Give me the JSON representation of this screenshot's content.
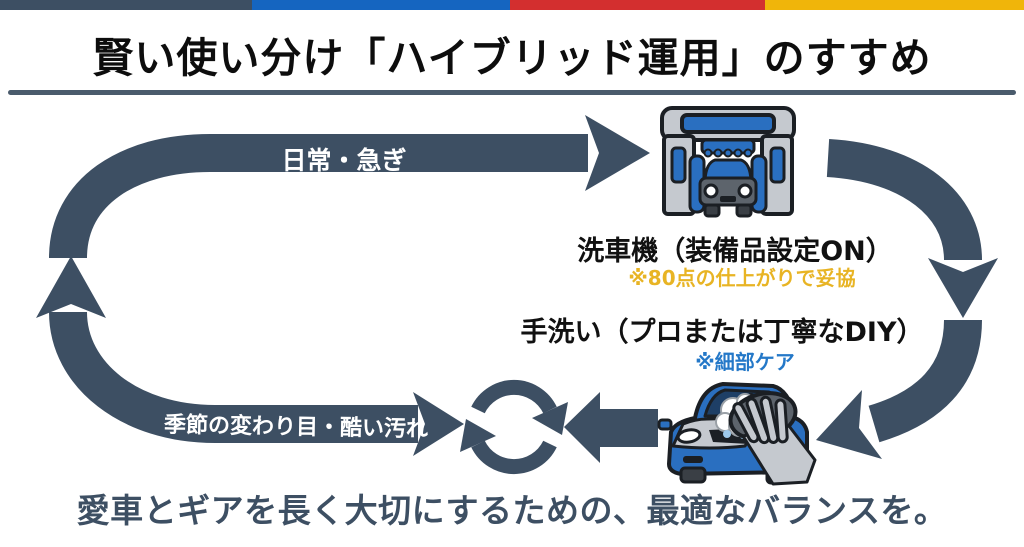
{
  "colors": {
    "accent_slate": "#3d4f63",
    "bar_blue": "#1565c0",
    "bar_red": "#d32f2f",
    "bar_yellow": "#f0b50a",
    "note_yellow": "#e8b424",
    "note_blue": "#2478c8",
    "icon_blue": "#2a6fc0",
    "icon_gray": "#c5c9cf"
  },
  "header": {
    "title": "賢い使い分け「ハイブリッド運用」のすすめ"
  },
  "diagram": {
    "top_arrow_label": "日常・急ぎ",
    "bottom_arrow_label": "季節の変わり目・酷い汚れ",
    "machine_wash": {
      "label": "洗車機（装備品設定ON）",
      "note": "※80点の仕上がりで妥協"
    },
    "hand_wash": {
      "label": "手洗い（プロまたは丁寧なDIY）",
      "note": "※細部ケア"
    },
    "icons": {
      "car_wash_machine": "car-wash-machine-icon",
      "hand_wash_car": "hand-wash-car-icon",
      "cycle": "cycle-sync-icon"
    }
  },
  "footer": {
    "tagline": "愛車とギアを長く大切にするための、最適なバランスを。"
  }
}
